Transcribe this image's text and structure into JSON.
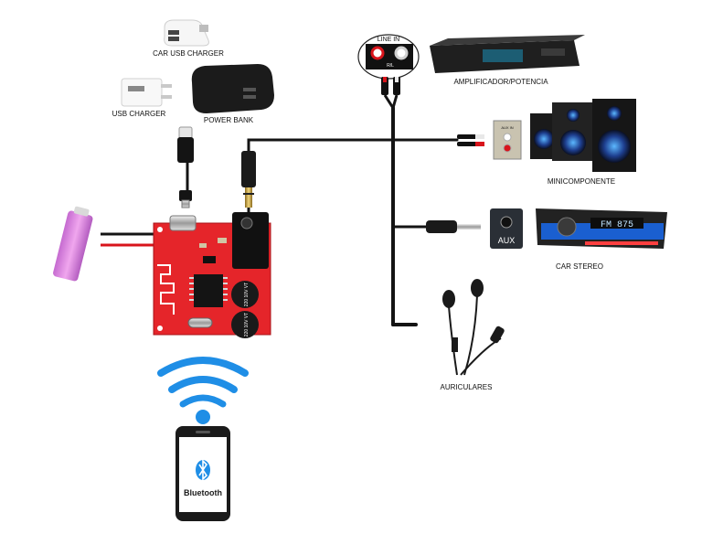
{
  "labels": {
    "car_usb_charger": "CAR USB CHARGER",
    "usb_charger": "USB CHARGER",
    "power_bank": "POWER BANK",
    "line_in": "LINE IN",
    "rl": "R/L",
    "amplificador": "AMPLIFICADOR/POTENCIA",
    "minicomponente": "MINICOMPONENTE",
    "aux_in": "AUX IN",
    "aux": "AUX",
    "car_stereo": "CAR STEREO",
    "radio_display": "FM 875",
    "auriculares": "AURICULARES",
    "bluetooth": "Bluetooth",
    "cap_text_1": "220 10V VT",
    "cap_text_2": "220 10V VT"
  },
  "colors": {
    "board_red": "#e5252a",
    "cable_black": "#141414",
    "wire_red": "#d8141b",
    "battery_pink": "#e58ae0",
    "bluetooth_blue": "#1f8ee6",
    "radio_blue": "#1a5fd0"
  }
}
